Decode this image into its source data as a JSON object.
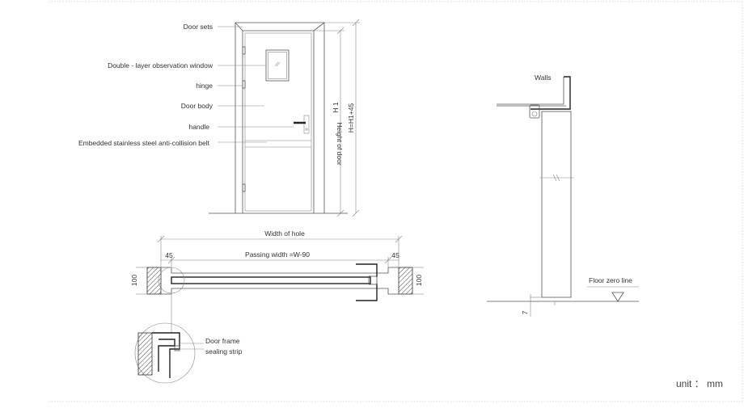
{
  "elevation": {
    "labels": {
      "door_sets": "Door sets",
      "window": "Double - layer observation window",
      "hinge": "hinge",
      "door_body": "Door body",
      "handle": "handle",
      "belt": "Embedded stainless steel anti-collision belt"
    },
    "dims": {
      "h1": "H 1",
      "height_of_door": "Height of door",
      "h_total": "H=H1+45"
    }
  },
  "plan": {
    "width_of_hole": "Width of hole",
    "passing_width": "Passing width =W-90",
    "left_jamb": "45",
    "right_jamb": "45",
    "left_wall": "100",
    "right_wall": "100",
    "detail_line1": "Door frame",
    "detail_line2": "sealing strip"
  },
  "section": {
    "walls": "Walls",
    "floor": "Floor zero line",
    "gap": "7"
  },
  "unit": "unit ： mm"
}
